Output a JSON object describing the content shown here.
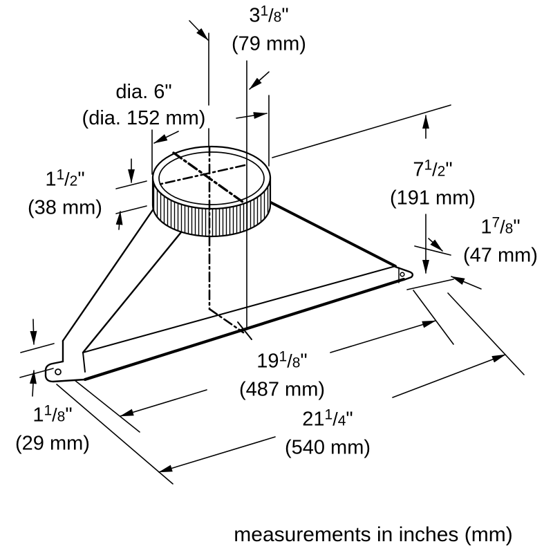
{
  "meta": {
    "footer_note": "measurements in inches (mm)"
  },
  "colors": {
    "ink": "#000000",
    "paper": "#ffffff"
  },
  "dimensions": {
    "duct_offset": {
      "whole": "3",
      "frac_num": "1",
      "frac_slash": "/",
      "frac_den": "8",
      "inch_mark": "\"",
      "mm": "(79 mm)"
    },
    "collar_diameter": {
      "prefix": "dia. ",
      "whole": "6",
      "inch_mark": "\"",
      "mm": "(dia. 152 mm)"
    },
    "collar_height": {
      "whole": "1",
      "frac_num": "1",
      "frac_slash": "/",
      "frac_den": "2",
      "inch_mark": "\"",
      "mm": "(38 mm)"
    },
    "hood_height": {
      "whole": "7",
      "frac_num": "1",
      "frac_slash": "/",
      "frac_den": "2",
      "inch_mark": "\"",
      "mm": "(191 mm)"
    },
    "corner_drop": {
      "whole": "1",
      "frac_num": "7",
      "frac_slash": "/",
      "frac_den": "8",
      "inch_mark": "\"",
      "mm": "(47 mm)"
    },
    "inner_width": {
      "whole": "19",
      "frac_num": "1",
      "frac_slash": "/",
      "frac_den": "8",
      "inch_mark": "\"",
      "mm": "(487 mm)"
    },
    "overall_width": {
      "whole": "21",
      "frac_num": "1",
      "frac_slash": "/",
      "frac_den": "4",
      "inch_mark": "\"",
      "mm": "(540 mm)"
    },
    "base_height": {
      "whole": "1",
      "frac_num": "1",
      "frac_slash": "/",
      "frac_den": "8",
      "inch_mark": "\"",
      "mm": "(29 mm)"
    }
  }
}
